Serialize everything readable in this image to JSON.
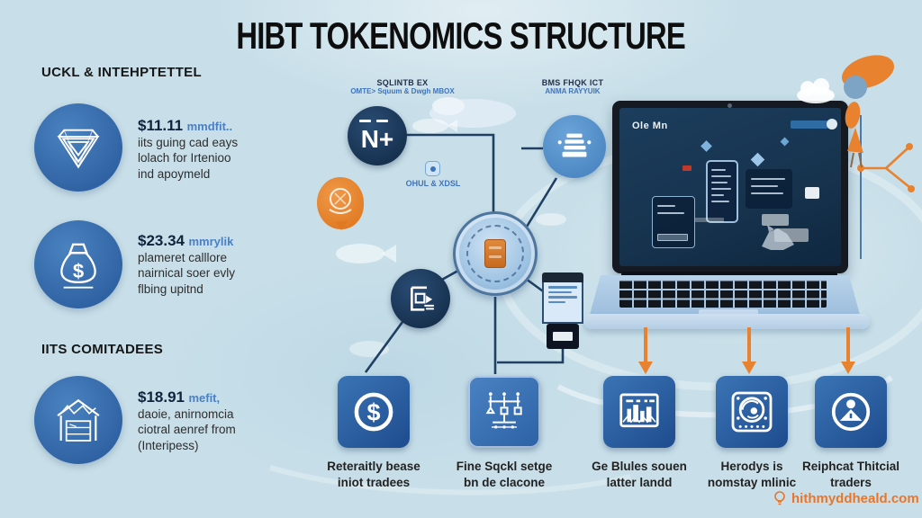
{
  "title": "HIBT TOKENOMICS STRUCTURE",
  "colors": {
    "background": "#c8dfe9",
    "accent_orange": "#e8822e",
    "navy": "#1e3c5e",
    "circle_blue": "#3a72b0",
    "tile_blue": "#2a5fa3",
    "text_blue": "#4a7fc1"
  },
  "sidebar": {
    "section1_header": "UCKL & INTEHPTETTEL",
    "section2_header": "IITS COMITADEES",
    "items": [
      {
        "icon": "inverted-triangle-icon",
        "amount": "$11.11",
        "amount_suffix": "mmdfit..",
        "lines": [
          "iits guing cad eays",
          "lolach for Irtenioo",
          "ind apoymeld"
        ]
      },
      {
        "icon": "money-bag-icon",
        "amount": "$23.34",
        "amount_suffix": "mmrylik",
        "lines": [
          "plameret calllore",
          "nairnical soer evly",
          "flbing upitnd"
        ]
      },
      {
        "icon": "warehouse-icon",
        "amount": "$18.91",
        "amount_suffix": "mefit,",
        "lines": [
          "daoie, anirnomcia",
          "ciotral aenref from",
          "(Interipess)"
        ]
      }
    ]
  },
  "diagram": {
    "label_left": {
      "title": "SQLINTB EX",
      "subtitle": "OMTE> Squum & Dwgh MBOX"
    },
    "label_right": {
      "title": "BMS FHQK ICT",
      "subtitle": "ANMA RAYYUIK"
    },
    "node_n_plus": "N+",
    "node_caption": "OHUL & XDSL",
    "node_icons": [
      "stack-icon",
      "coin-token-icon",
      "cad-bracket-icon",
      "payment-terminal-icon"
    ]
  },
  "laptop": {
    "screen_title": "Ole Mn"
  },
  "bottom_tiles": [
    {
      "icon": "dollar-circle-icon",
      "caption_line1": "Reteraitly bease",
      "caption_line2": "iniot tradees"
    },
    {
      "icon": "flowchart-icon",
      "caption_line1": "Fine Sqckl setge",
      "caption_line2": "bn de clacone"
    },
    {
      "icon": "market-chart-icon",
      "caption_line1": "Ge Blules souen",
      "caption_line2": "latter landd"
    },
    {
      "icon": "dial-globe-icon",
      "caption_line1": "Herodys is",
      "caption_line2": "nomstay mlinic"
    },
    {
      "icon": "trader-badge-icon",
      "caption_line1": "Reiphcat Thitcial",
      "caption_line2": "traders"
    }
  ],
  "watermark": {
    "text": "hithmyddheald.com",
    "icon": "lightbulb-icon"
  }
}
